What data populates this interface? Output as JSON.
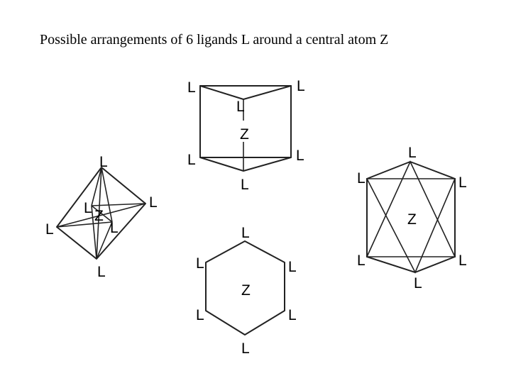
{
  "title": "Possible arrangements of 6 ligands L around a central atom Z",
  "ligand_label": "L",
  "center_label": "Z",
  "diagrams": [
    {
      "name": "trigonal-prism"
    },
    {
      "name": "octahedron"
    },
    {
      "name": "hexagon"
    },
    {
      "name": "trigonal-antiprism"
    }
  ]
}
